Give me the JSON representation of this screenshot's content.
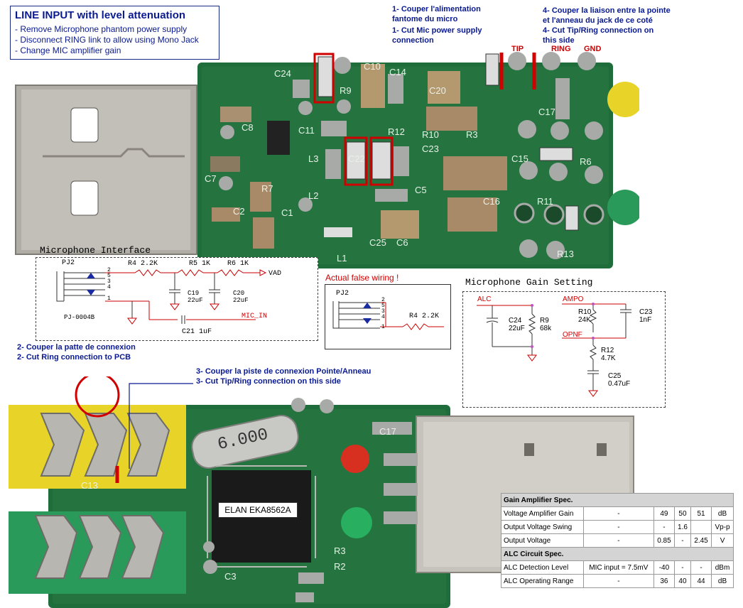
{
  "title_box": {
    "title": "LINE INPUT with level attenuation",
    "lines": [
      "- Remove Microphone phantom power supply",
      "- Disconnect RING link to allow using Mono Jack",
      "- Change MIC amplifier gain"
    ]
  },
  "notes": {
    "n1_fr": "1- Couper l'alimentation\nfantome du micro",
    "n1_en": "1- Cut Mic power supply\nconnection",
    "n4_fr": "4- Couper la liaison entre la pointe\net l'anneau du jack de ce coté",
    "n4_en": "4- Cut Tip/Ring connection on\nthis side",
    "n2_fr": "2- Couper la patte de connexion",
    "n2_en": "2- Cut Ring connection to PCB",
    "n3_fr": "3- Couper la piste de connexion Pointe/Anneau",
    "n3_en": "3- Cut Tip/Ring connection on this side"
  },
  "jack_labels": {
    "tip": "TIP",
    "ring": "RING",
    "gnd": "GND"
  },
  "pcb_top_labels": [
    "C24",
    "R9",
    "C10",
    "C14",
    "C20",
    "C8",
    "C11",
    "R12",
    "R10",
    "R3",
    "C17",
    "C7",
    "L3",
    "C22",
    "C15",
    "R6",
    "R7",
    "L2",
    "C23",
    "C5",
    "C2",
    "C1",
    "C16",
    "R11",
    "C6",
    "C25",
    "L1",
    "R13"
  ],
  "mic_interface": {
    "title": "Microphone Interface",
    "pj2": "PJ2",
    "pj0004b": "PJ-0004B",
    "pins": [
      "2",
      "5",
      "3",
      "4",
      "1"
    ],
    "r4": "R4  2.2K",
    "r5": "R5   1K",
    "r6": "R6   1K",
    "vad": "VAD",
    "c19": "C19\n22uF",
    "c20": "C20\n22uF",
    "mic_in": "MIC_IN",
    "c21": "C21 1uF"
  },
  "false_wiring": {
    "title": "Actual false wiring !",
    "pj2": "PJ2",
    "pins": [
      "2",
      "5",
      "3",
      "4",
      "1"
    ],
    "r4": "R4  2.2K"
  },
  "gain_setting": {
    "title": "Microphone Gain Setting",
    "alc": "ALC",
    "c24": "C24\n22uF",
    "r9": "R9\n68k",
    "ampo": "AMPO",
    "r10": "R10\n24K",
    "c23": "C23\n1nF",
    "opnf": "OPNF",
    "r12": "R12\n4.7K",
    "c25": "C25\n0.47uF"
  },
  "chip": {
    "label": "ELAN EKA8562A",
    "crystal": "6.000"
  },
  "pcb_bottom_labels": [
    "C13",
    "C17",
    "R3",
    "R2",
    "C3"
  ],
  "spec_table": {
    "sections": [
      {
        "title": "Gain Amplifier Spec.",
        "rows": [
          [
            "Voltage Amplifier Gain",
            "-",
            "49",
            "50",
            "51",
            "dB"
          ],
          [
            "Output Voltage Swing",
            "-",
            "-",
            "1.6",
            "",
            "Vp-p"
          ],
          [
            "Output Voltage",
            "-",
            "0.85",
            "-",
            "2.45",
            "V"
          ]
        ]
      },
      {
        "title": "ALC Circuit Spec.",
        "rows": [
          [
            "ALC Detection Level",
            "MIC input = 7.5mV",
            "-40",
            "-",
            "-",
            "dBm"
          ],
          [
            "ALC Operating Range",
            "-",
            "36",
            "40",
            "44",
            "dB"
          ]
        ]
      }
    ]
  },
  "colors": {
    "pcb_green": "#1f6d3a",
    "pad_silver": "#a8aaa8",
    "annotation_blue": "#0a1a90",
    "annotation_red": "#d00000",
    "jack_yellow": "#e8d428",
    "jack_green": "#2a9a5a"
  }
}
